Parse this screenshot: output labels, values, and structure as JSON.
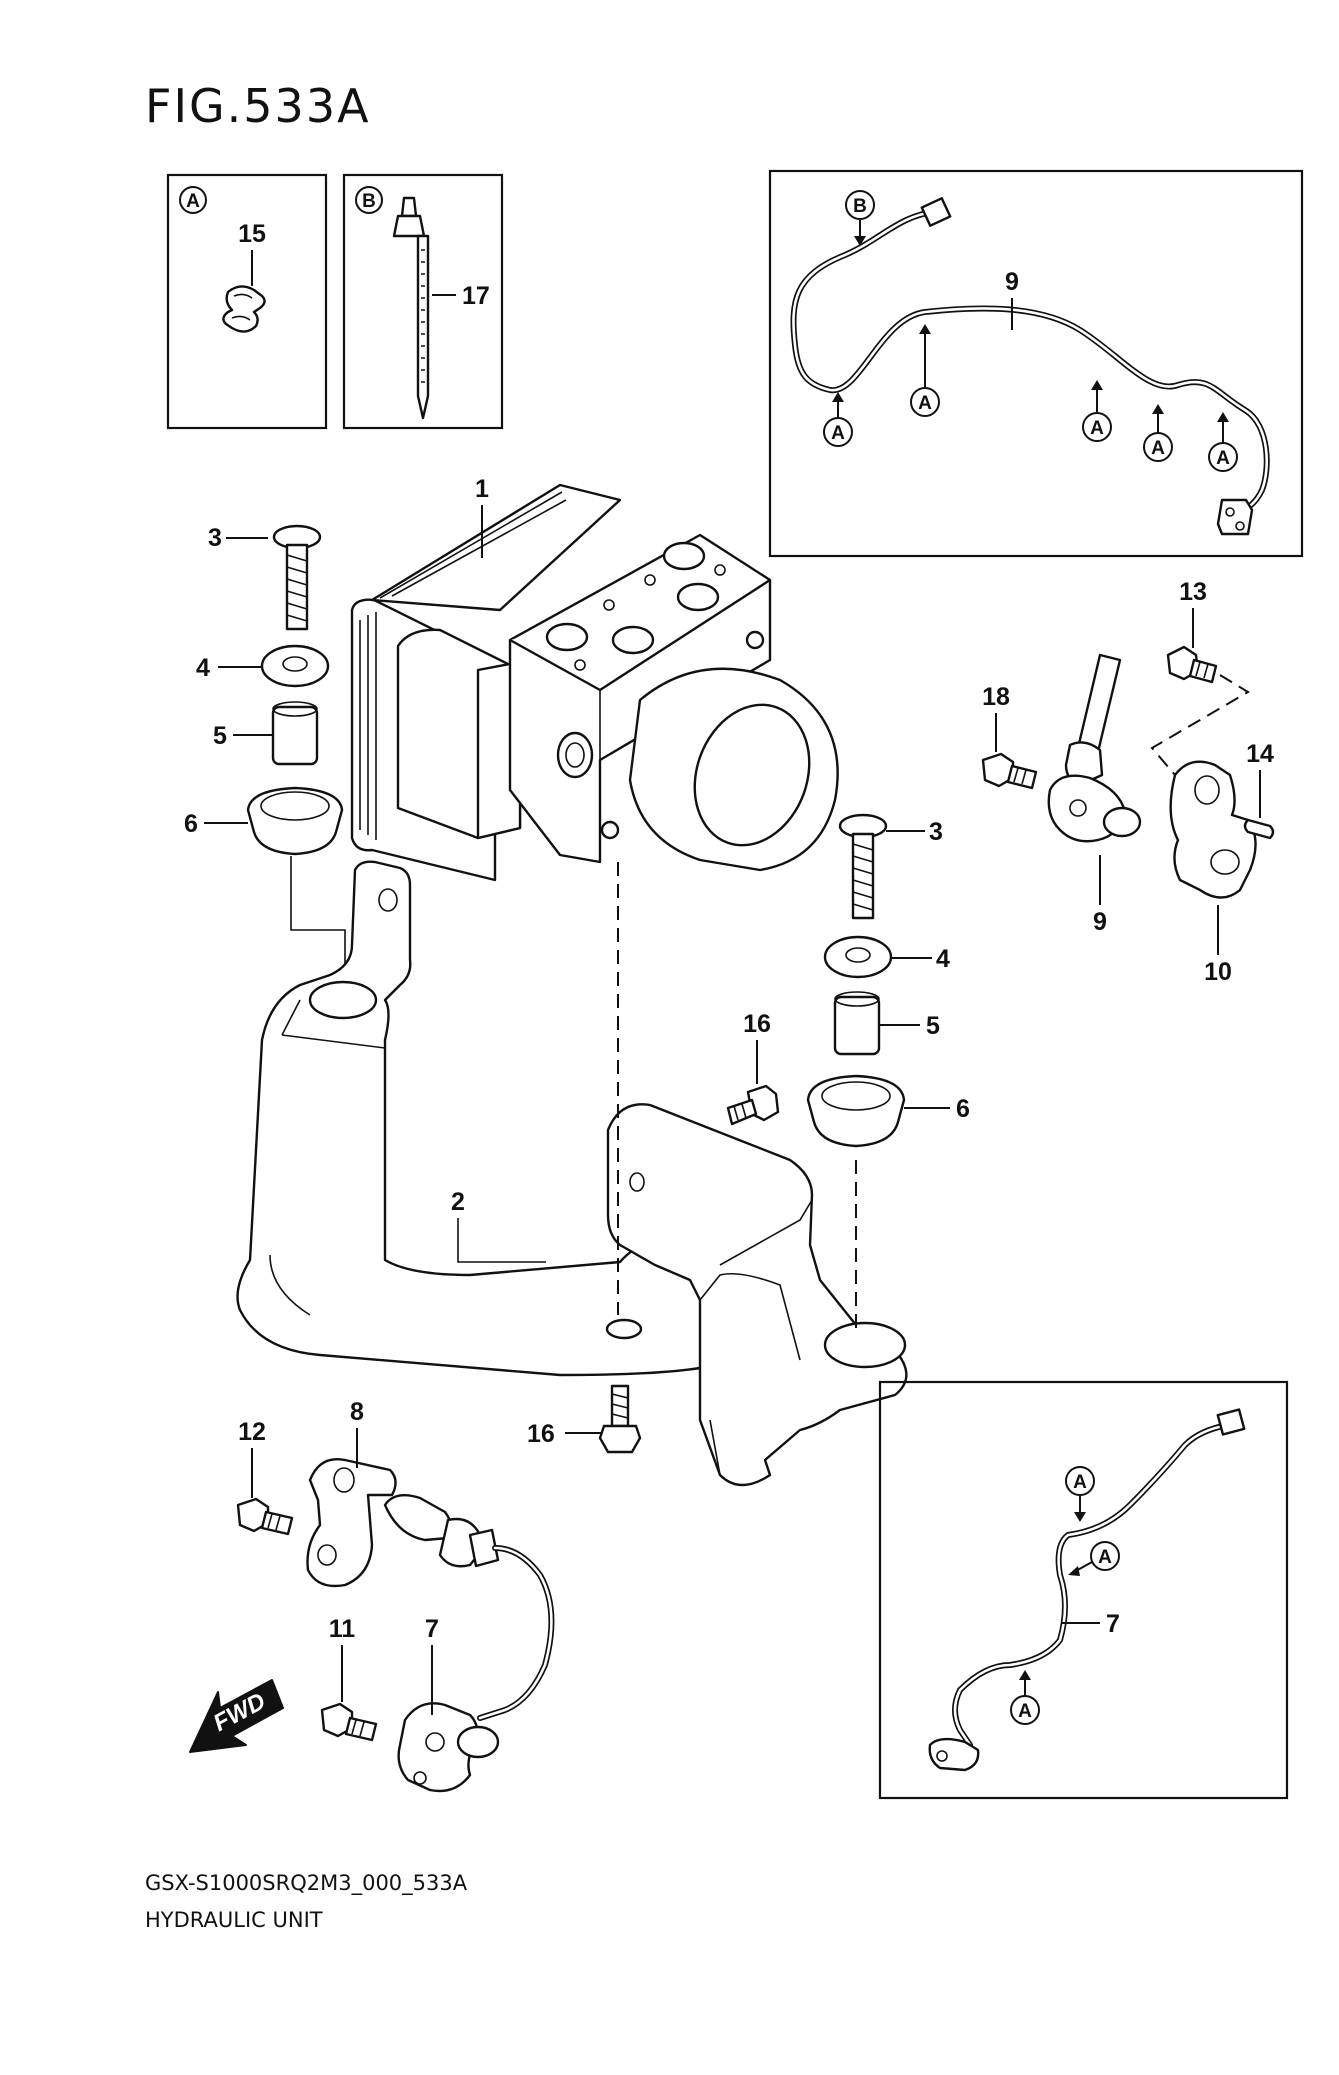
{
  "figure": {
    "title": "FIG.533A"
  },
  "footer": {
    "model_code": "GSX-S1000SRQ2M3_000_533A",
    "section_name": "HYDRAULIC UNIT"
  },
  "ref_letters": {
    "a": "A",
    "b": "B"
  },
  "fwd_label": "FWD",
  "callouts": {
    "c1": "1",
    "c2": "2",
    "c3a": "3",
    "c3b": "3",
    "c4a": "4",
    "c4b": "4",
    "c5a": "5",
    "c5b": "5",
    "c6a": "6",
    "c6b": "6",
    "c7a": "7",
    "c7b": "7",
    "c8": "8",
    "c9a": "9",
    "c9b": "9",
    "c10": "10",
    "c11": "11",
    "c12": "12",
    "c13": "13",
    "c14": "14",
    "c15": "15",
    "c16a": "16",
    "c16b": "16",
    "c17": "17",
    "c18": "18"
  }
}
